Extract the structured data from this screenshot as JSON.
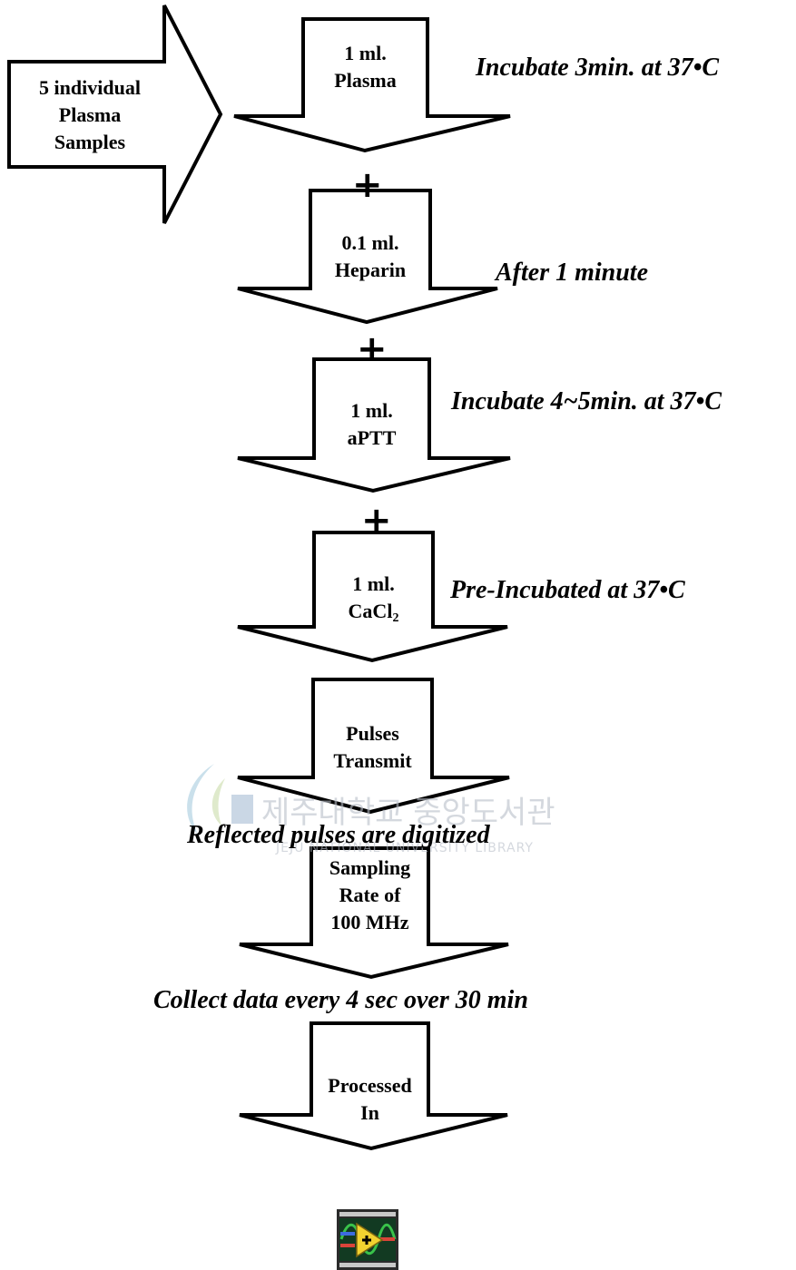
{
  "input": {
    "line1": "5 individual",
    "line2": "Plasma",
    "line3": "Samples"
  },
  "steps": [
    {
      "line1": "1 ml.",
      "line2": "Plasma",
      "note": "Incubate 3min. at 37•C"
    },
    {
      "line1": "0.1 ml.",
      "line2": "Heparin",
      "note": "After 1 minute"
    },
    {
      "line1": "1 ml.",
      "line2": "aPTT",
      "note": "Incubate 4~5min. at 37•C"
    },
    {
      "line1": "1 ml.",
      "line2_main": "CaCl",
      "line2_sub": "2",
      "note": "Pre-Incubated at 37•C"
    },
    {
      "line1": "Pulses",
      "line2": "Transmit",
      "note": "Reflected pulses are digitized"
    },
    {
      "line1": "Sampling",
      "line2": "Rate of",
      "line3": "100 MHz",
      "note": "Collect data every 4 sec over 30 min"
    },
    {
      "line1": "Processed",
      "line2": "In"
    }
  ],
  "plus_symbol": "+",
  "watermark": {
    "korean": "제주대학교 중앙도서관",
    "english": "JEJU NATIONAL UNIVERSITY LIBRARY"
  },
  "end_icon": "labview-icon",
  "colors": {
    "stroke": "#000000",
    "fill": "#ffffff",
    "text": "#000000",
    "watermark": "#b9bfc9"
  }
}
